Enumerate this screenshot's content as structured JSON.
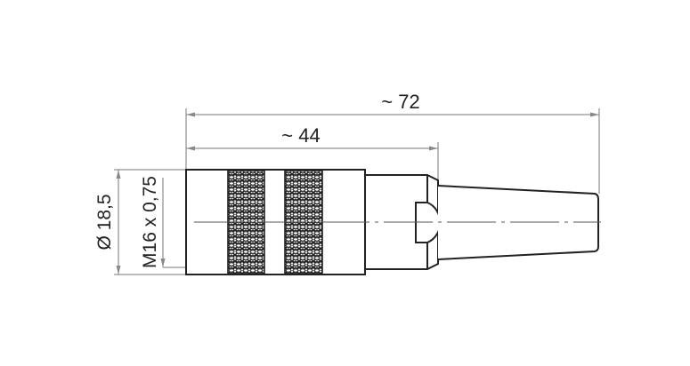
{
  "drawing": {
    "type": "connector side view",
    "dimensions": {
      "overall_length": "~ 72",
      "body_length": "~ 44",
      "diameter": "Ø 18,5",
      "thread": "M16 x 0,75"
    }
  },
  "colors": {
    "outline": "#222222",
    "dimension_line": "#777777",
    "center_line": "#555555",
    "background": "#ffffff"
  }
}
